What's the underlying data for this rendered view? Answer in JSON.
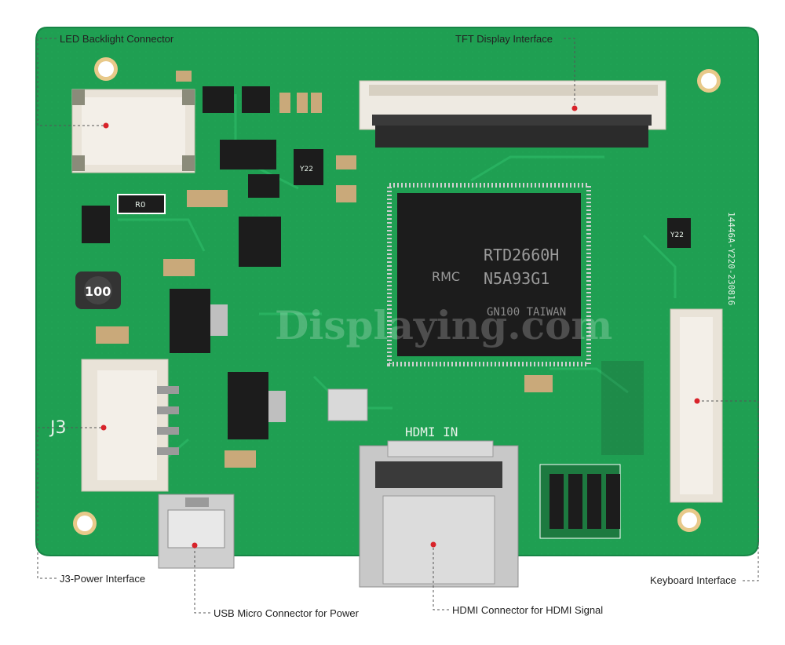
{
  "colors": {
    "board": "#1f9f52",
    "board_dark": "#17864a",
    "trace": "#2bb564",
    "silk": "#e8f3ea",
    "chip": "#1c1c1c",
    "marker": "#d8232a",
    "leader": "#555555"
  },
  "callouts": {
    "led_backlight": "LED Backlight Connector",
    "tft_display": "TFT Display Interface",
    "j3_power": "J3-Power Interface",
    "usb_micro": "USB Micro Connector for Power",
    "hdmi_connector": "HDMI Connector for HDMI Signal",
    "keyboard": "Keyboard Interface"
  },
  "board": {
    "chip_line1": "RTD2660H",
    "chip_line2": "N5A93G1",
    "chip_line3": "GN100 TAIWAN",
    "chip_logo": "RMC",
    "inductor": "100",
    "j3_label": "J3",
    "hdmi_in": "HDMI IN",
    "part_number": "14446A-Y220-230816",
    "r0": "R0",
    "y22_left": "Y22",
    "y22_right": "Y22",
    "watermark": "Displaying.com"
  }
}
